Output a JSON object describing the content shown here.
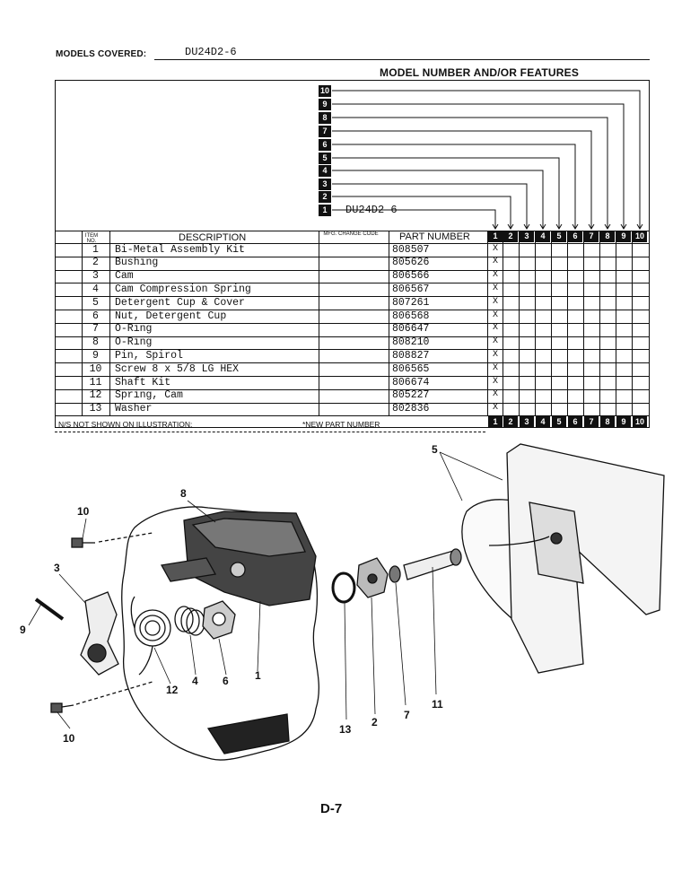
{
  "header": {
    "models_covered_label": "MODELS COVERED:",
    "models_covered_value": "DU24D2-6",
    "model_features_title": "MODEL NUMBER AND/OR FEATURES"
  },
  "model_index": [
    "10",
    "9",
    "8",
    "7",
    "6",
    "5",
    "4",
    "3",
    "2",
    "1"
  ],
  "model_1_name": "DU24D2-6",
  "table": {
    "col_item": "ITEM NO.",
    "col_description": "DESCRIPTION",
    "col_mfg": "MFG. CHANGE CODE",
    "col_part": "PART NUMBER",
    "model_cols": [
      "1",
      "2",
      "3",
      "4",
      "5",
      "6",
      "7",
      "8",
      "9",
      "10"
    ],
    "rows": [
      {
        "item": "1",
        "description": "Bi-Metal Assembly Kit",
        "part": "808507",
        "mark": "X"
      },
      {
        "item": "2",
        "description": "Bushing",
        "part": "805626",
        "mark": "X"
      },
      {
        "item": "3",
        "description": "Cam",
        "part": "806566",
        "mark": "X"
      },
      {
        "item": "4",
        "description": "Cam Compression Spring",
        "part": "806567",
        "mark": "X"
      },
      {
        "item": "5",
        "description": "Detergent Cup & Cover",
        "part": "807261",
        "mark": "X"
      },
      {
        "item": "6",
        "description": "Nut, Detergent Cup",
        "part": "806568",
        "mark": "X"
      },
      {
        "item": "7",
        "description": "O-Ring",
        "part": "806647",
        "mark": "X"
      },
      {
        "item": "8",
        "description": "O-Ring",
        "part": "808210",
        "mark": "X"
      },
      {
        "item": "9",
        "description": "Pin, Spirol",
        "part": "808827",
        "mark": "X"
      },
      {
        "item": "10",
        "description": "Screw 8 x 5/8 LG HEX",
        "part": "806565",
        "mark": "X"
      },
      {
        "item": "11",
        "description": "Shaft Kit",
        "part": "806674",
        "mark": "X"
      },
      {
        "item": "12",
        "description": "Spring, Cam",
        "part": "805227",
        "mark": "X"
      },
      {
        "item": "13",
        "description": "Washer",
        "part": "802836",
        "mark": "X"
      }
    ],
    "footer_ns": "N/S NOT SHOWN ON ILLUSTRATION:",
    "footer_new": "*NEW PART NUMBER"
  },
  "callouts": [
    "10",
    "8",
    "3",
    "9",
    "12",
    "4",
    "6",
    "1",
    "10",
    "5",
    "13",
    "2",
    "7",
    "11"
  ],
  "page_number": "D-7"
}
